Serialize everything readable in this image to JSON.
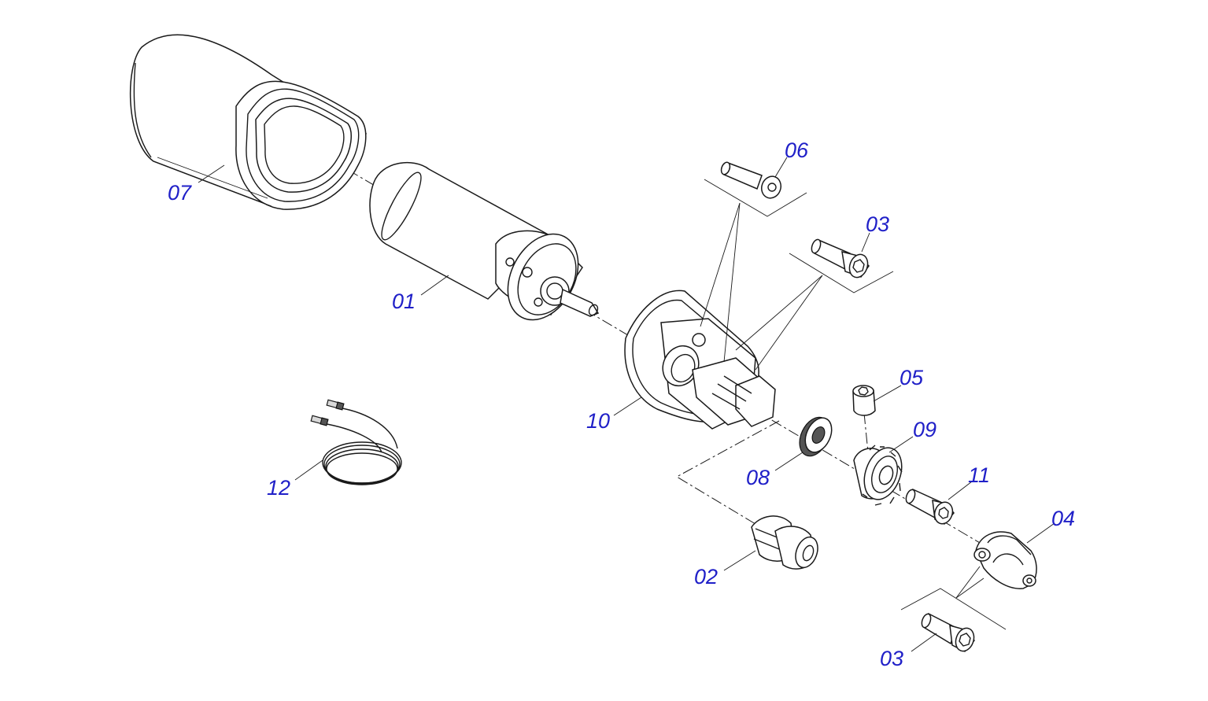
{
  "diagram": {
    "callouts": {
      "p01": "01",
      "p02": "02",
      "p03a": "03",
      "p03b": "03",
      "p04": "04",
      "p05": "05",
      "p06": "06",
      "p07": "07",
      "p08": "08",
      "p09": "09",
      "p10": "10",
      "p11": "11",
      "p12": "12"
    },
    "colors": {
      "callout_text": "#2020c8",
      "line_art": "#1a1a1a",
      "background": "#ffffff"
    }
  }
}
